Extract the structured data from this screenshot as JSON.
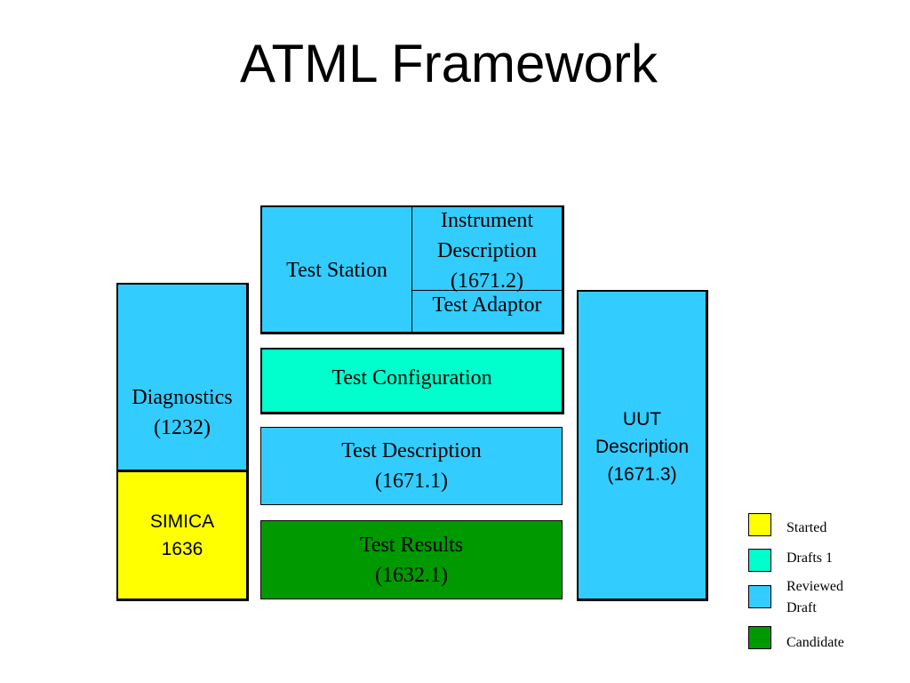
{
  "title": "ATML Framework",
  "boxes": {
    "test_station": "Test Station",
    "instrument_description": [
      "Instrument",
      "Description",
      "(1671.2)"
    ],
    "test_adaptor": "Test Adaptor",
    "test_configuration": "Test Configuration",
    "test_description": [
      "Test Description",
      "(1671.1)"
    ],
    "test_results": [
      "Test Results",
      "(1632.1)"
    ],
    "diagnostics": [
      "Diagnostics",
      "(1232)"
    ],
    "simica": [
      "SIMICA",
      "1636"
    ],
    "uut_description": [
      "UUT",
      "Description",
      "(1671.3)"
    ]
  },
  "legend": [
    {
      "label": "Started",
      "color": "#ffff00"
    },
    {
      "label": "Drafts 1",
      "color": "#00ffcc"
    },
    {
      "label": "Reviewed Draft",
      "color": "#33ccff"
    },
    {
      "label": "Candidate",
      "color": "#009900"
    }
  ],
  "colors": {
    "started": "#ffff00",
    "drafts": "#00ffcc",
    "reviewed": "#33ccff",
    "candidate": "#009900"
  }
}
